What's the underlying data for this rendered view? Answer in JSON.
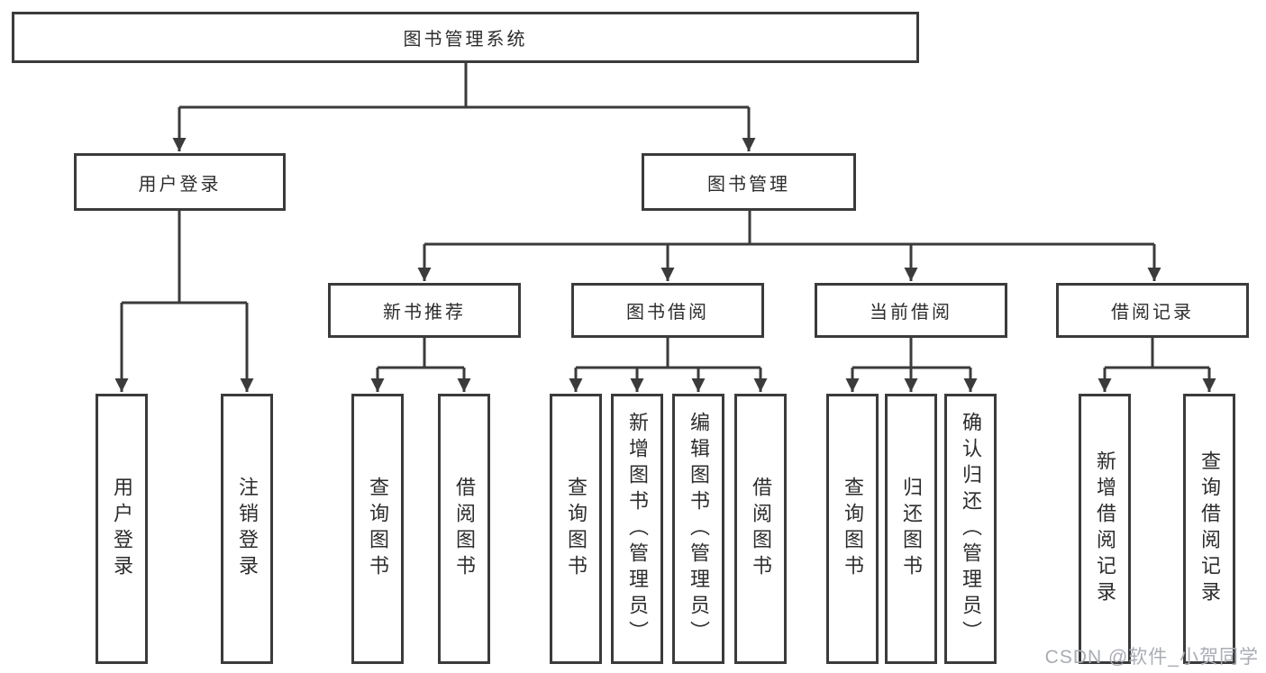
{
  "diagram": {
    "type": "tree",
    "title": "图书管理系统",
    "hierarchy": {
      "图书管理系统": {
        "用户登录": [
          "用户登录",
          "注销登录"
        ],
        "图书管理": {
          "新书推荐": [
            "查询图书",
            "借阅图书"
          ],
          "图书借阅": [
            "查询图书",
            "新增图书（管理员）",
            "编辑图书（管理员）",
            "借阅图书"
          ],
          "当前借阅": [
            "查询图书",
            "归还图书",
            "确认归还（管理员）"
          ],
          "借阅记录": [
            "新增借阅记录",
            "查询借阅记录"
          ]
        }
      }
    }
  },
  "nodes": {
    "root": {
      "label": "图书管理系统"
    },
    "user_login": {
      "label": "用户登录"
    },
    "book_mgmt": {
      "label": "图书管理"
    },
    "new_book_rec": {
      "label": "新书推荐"
    },
    "book_borrow": {
      "label": "图书借阅"
    },
    "current_borrow": {
      "label": "当前借阅"
    },
    "borrow_records": {
      "label": "借阅记录"
    },
    "leaf_user_login": {
      "label": "用户登录"
    },
    "leaf_logout": {
      "label": "注销登录"
    },
    "leaf_nbr_query": {
      "label": "查询图书"
    },
    "leaf_nbr_borrow": {
      "label": "借阅图书"
    },
    "leaf_bb_query": {
      "label": "查询图书"
    },
    "leaf_bb_add": {
      "label": "新增图书（管理员）"
    },
    "leaf_bb_edit": {
      "label": "编辑图书（管理员）"
    },
    "leaf_bb_borrow": {
      "label": "借阅图书"
    },
    "leaf_cb_query": {
      "label": "查询图书"
    },
    "leaf_cb_return": {
      "label": "归还图书"
    },
    "leaf_cb_confirm": {
      "label": "确认归还（管理员）"
    },
    "leaf_br_add": {
      "label": "新增借阅记录"
    },
    "leaf_br_query": {
      "label": "查询借阅记录"
    }
  },
  "watermark": {
    "text": "CSDN @软件_小贺同学"
  },
  "colors": {
    "background": "#ffffff",
    "line": "#3b3b3b",
    "border": "#3b3b3b",
    "text": "#2d2d2d",
    "watermark": "#a9acb4"
  }
}
